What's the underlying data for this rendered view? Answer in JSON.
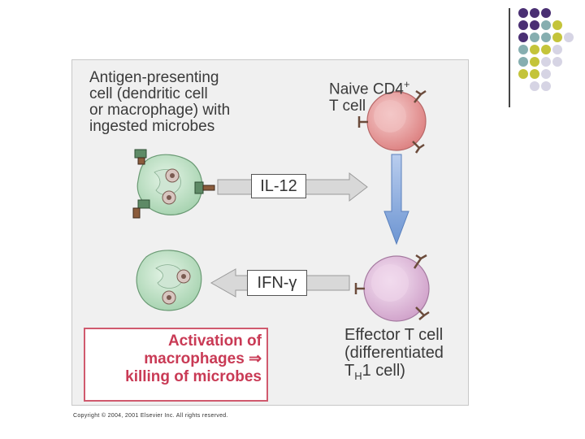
{
  "colors": {
    "purple": "#4a2f73",
    "teal": "#86aeb0",
    "olive": "#c4c43a",
    "lavender": "#d6d4e4",
    "accent_red": "#c93a55",
    "apc_green": "#b8dcc0",
    "naive_pink": "#e99a9a",
    "effector_mauve": "#e2bedc",
    "arrow_blue": "#7fa3d8"
  },
  "decor_dots": [
    [
      "purple",
      "purple",
      "purple",
      "",
      "",
      ""
    ],
    [
      "purple",
      "purple",
      "teal",
      "olive",
      "",
      ""
    ],
    [
      "purple",
      "teal",
      "teal",
      "olive",
      "lavender",
      ""
    ],
    [
      "teal",
      "olive",
      "olive",
      "lavender",
      "",
      ""
    ],
    [
      "teal",
      "olive",
      "lavender",
      "lavender",
      "",
      ""
    ],
    [
      "olive",
      "olive",
      "lavender",
      "",
      "",
      ""
    ],
    [
      "",
      "lavender",
      "lavender",
      "",
      "",
      ""
    ]
  ],
  "diagram": {
    "apc_label_lines": [
      "Antigen-presenting",
      "cell (dendritic cell",
      "or macrophage) with",
      "ingested microbes"
    ],
    "naive_label_line1": "Naive CD4",
    "naive_label_sup": "+",
    "naive_label_line2": "T cell",
    "il12_label": "IL-12",
    "ifn_label": "IFN-γ",
    "activation_label_lines": [
      "Activation of",
      "macrophages ⇒",
      "killing of microbes"
    ],
    "effector_label_lines": [
      "Effector T cell",
      "(differentiated"
    ],
    "effector_th1_main": "T",
    "effector_th1_sub": "H",
    "effector_th1_rest": "1 cell)"
  },
  "footer": {
    "copyright": "Copyright © 2004, 2001 Elsevier Inc. All rights reserved."
  }
}
